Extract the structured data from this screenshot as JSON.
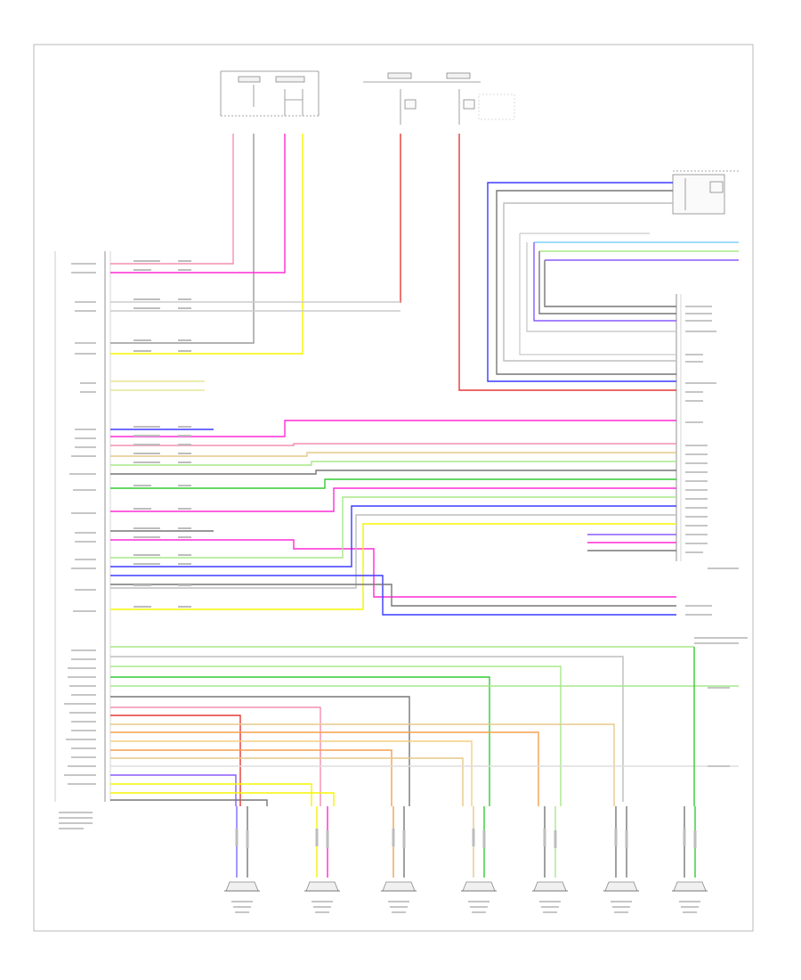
{
  "diagram": {
    "colors": {
      "frame": "#b0b0b0",
      "black_wire": "#555555",
      "white_wire": "#dddddd",
      "gray_wire": "#9a9a9a",
      "red": "#e53935",
      "magenta": "#ff2bd6",
      "pink": "#f48fb1",
      "yellow": "#f5f500",
      "blue": "#3b3bff",
      "violet": "#8a5cff",
      "light_green": "#a8e88a",
      "green": "#33cc33",
      "orange": "#f6a04d",
      "tan": "#e6c98a",
      "light_blue": "#7ecfff"
    },
    "footer": "",
    "speakers": [
      {
        "name": "left-front-door-speaker",
        "wires": [
          "#7b6cff",
          "#777777"
        ]
      },
      {
        "name": "right-front-door-speaker",
        "wires": [
          "#f5f500",
          "#ff2bd6"
        ]
      },
      {
        "name": "right-rear-speaker",
        "wires": [
          "#f6a04d",
          "#777777"
        ]
      },
      {
        "name": "left-rear-speaker",
        "wires": [
          "#e6c98a",
          "#33cc33"
        ]
      },
      {
        "name": "left-front-tweeter",
        "wires": [
          "#777777",
          "#a8e88a"
        ]
      },
      {
        "name": "right-front-tweeter",
        "wires": [
          "#777777",
          "#777777"
        ]
      },
      {
        "name": "subwoofer-speaker",
        "wires": [
          "#777777",
          "#33cc33"
        ]
      }
    ]
  }
}
